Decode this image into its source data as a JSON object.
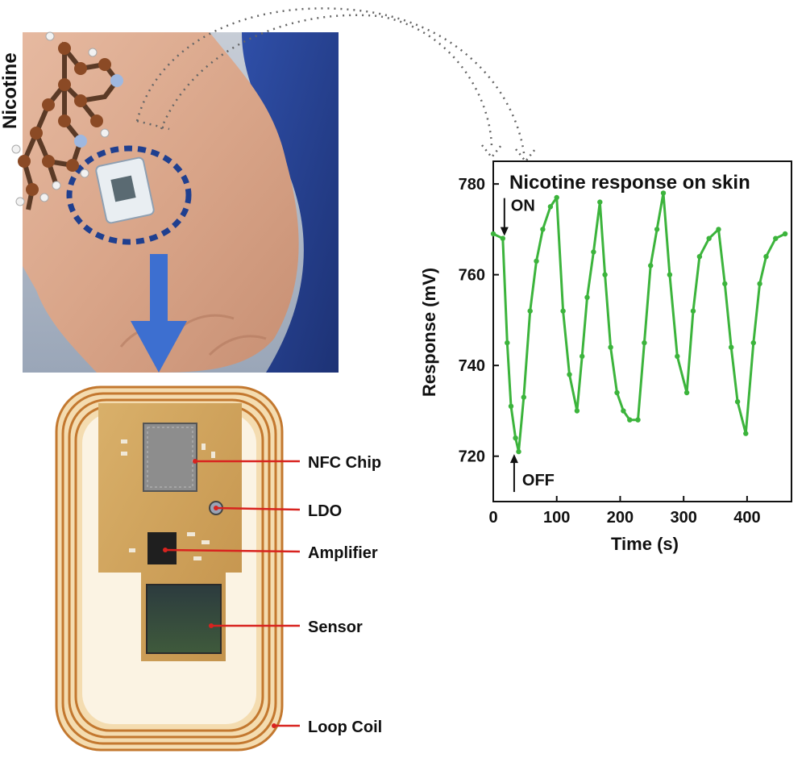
{
  "photo": {
    "molecule_label": "Nicotine"
  },
  "pcb": {
    "parts": [
      {
        "label": "NFC Chip"
      },
      {
        "label": "LDO"
      },
      {
        "label": "Amplifier"
      },
      {
        "label": "Sensor"
      },
      {
        "label": "Loop Coil"
      }
    ]
  },
  "chart_data": {
    "type": "line",
    "title": "Nicotine response on skin",
    "xlabel": "Time (s)",
    "ylabel": "Response (mV)",
    "xlim": [
      0,
      470
    ],
    "ylim": [
      710,
      785
    ],
    "xticks": [
      0,
      100,
      200,
      300,
      400
    ],
    "yticks": [
      720,
      740,
      760,
      780
    ],
    "grid": false,
    "color": "#3cb43c",
    "annotations": [
      {
        "text": "ON",
        "x": 15,
        "y": 768
      },
      {
        "text": "OFF",
        "x": 38,
        "y": 721
      }
    ],
    "series": [
      {
        "x": [
          0,
          15,
          22,
          28,
          35,
          40,
          48,
          58,
          68,
          78,
          90,
          100,
          110,
          120,
          132,
          140,
          148,
          158,
          168,
          176,
          185,
          195,
          205,
          215,
          228,
          238,
          248,
          258,
          268,
          278,
          290,
          305,
          315,
          325,
          340,
          355,
          365,
          375,
          385,
          398,
          410,
          420,
          430,
          445,
          460
        ],
        "y": [
          769,
          768,
          745,
          731,
          724,
          721,
          733,
          752,
          763,
          770,
          775,
          777,
          752,
          738,
          730,
          742,
          755,
          765,
          776,
          760,
          744,
          734,
          730,
          728,
          728,
          745,
          762,
          770,
          778,
          760,
          742,
          734,
          752,
          764,
          768,
          770,
          758,
          744,
          732,
          725,
          745,
          758,
          764,
          768,
          769
        ]
      }
    ]
  }
}
